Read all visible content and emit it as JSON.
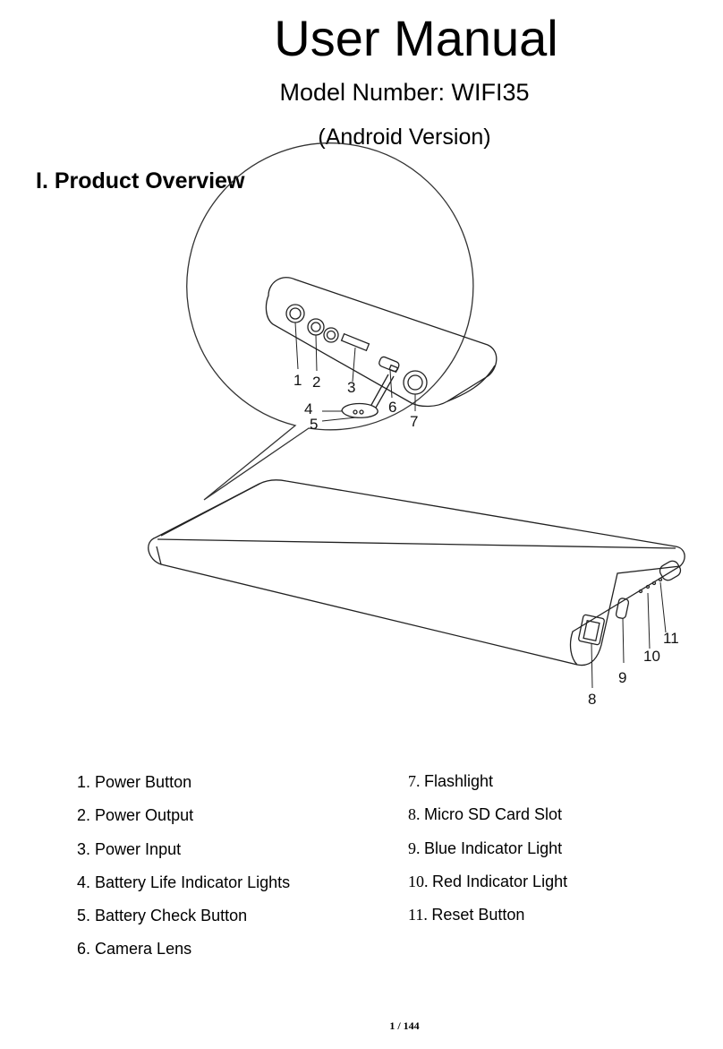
{
  "header": {
    "title": "User Manual",
    "model": "Model Number: WIFI35",
    "version": "(Android Version)"
  },
  "section": {
    "heading": "I. Product Overview"
  },
  "diagram": {
    "callouts": [
      "1",
      "2",
      "3",
      "4",
      "5",
      "6",
      "7",
      "8",
      "9",
      "10",
      "11"
    ]
  },
  "parts_left": [
    {
      "num": "1",
      "label": "Power Button"
    },
    {
      "num": "2",
      "label": "Power Output"
    },
    {
      "num": "3",
      "label": "Power Input"
    },
    {
      "num": "4",
      "label": "Battery Life Indicator Lights"
    },
    {
      "num": "5",
      "label": "Battery Check Button"
    },
    {
      "num": "6",
      "label": "Camera Lens"
    }
  ],
  "parts_right": [
    {
      "num": "7",
      "label": "Flashlight"
    },
    {
      "num": "8",
      "label": "Micro SD Card Slot"
    },
    {
      "num": "9",
      "label": "Blue Indicator Light"
    },
    {
      "num": "10",
      "label": "Red Indicator Light"
    },
    {
      "num": "11",
      "label": "Reset Button"
    }
  ],
  "footer": {
    "page": "1 / 144"
  }
}
